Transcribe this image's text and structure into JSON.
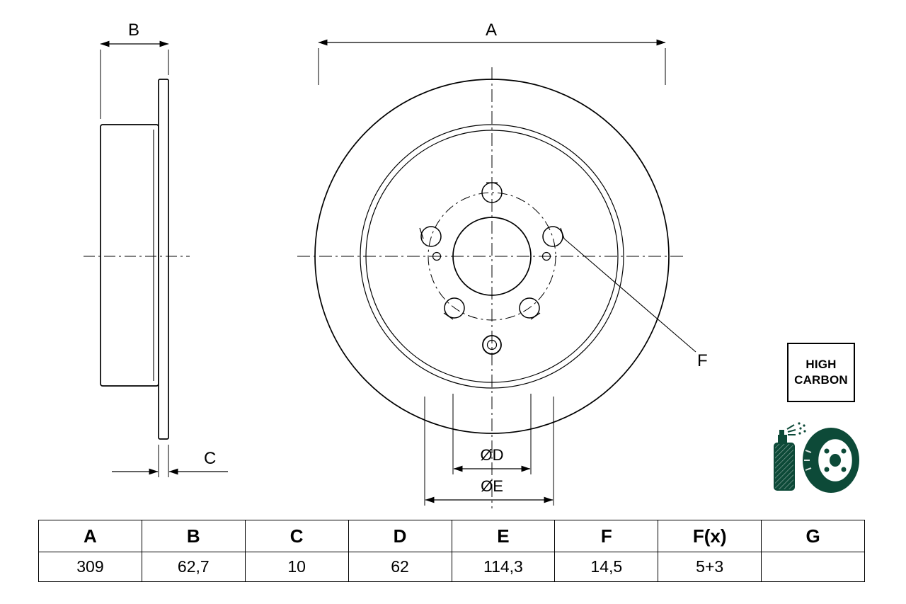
{
  "drawing": {
    "labels": {
      "a": "A",
      "b": "B",
      "c": "C",
      "d": "ØD",
      "e": "ØE",
      "f": "F"
    }
  },
  "badge": {
    "line1": "HIGH",
    "line2": "CARBON"
  },
  "colors": {
    "line": "#000000",
    "icon_green": "#0d4a38"
  },
  "table": {
    "headers": [
      "A",
      "B",
      "C",
      "D",
      "E",
      "F",
      "F(x)",
      "G"
    ],
    "values": [
      "309",
      "62,7",
      "10",
      "62",
      "114,3",
      "14,5",
      "5+3",
      ""
    ]
  }
}
